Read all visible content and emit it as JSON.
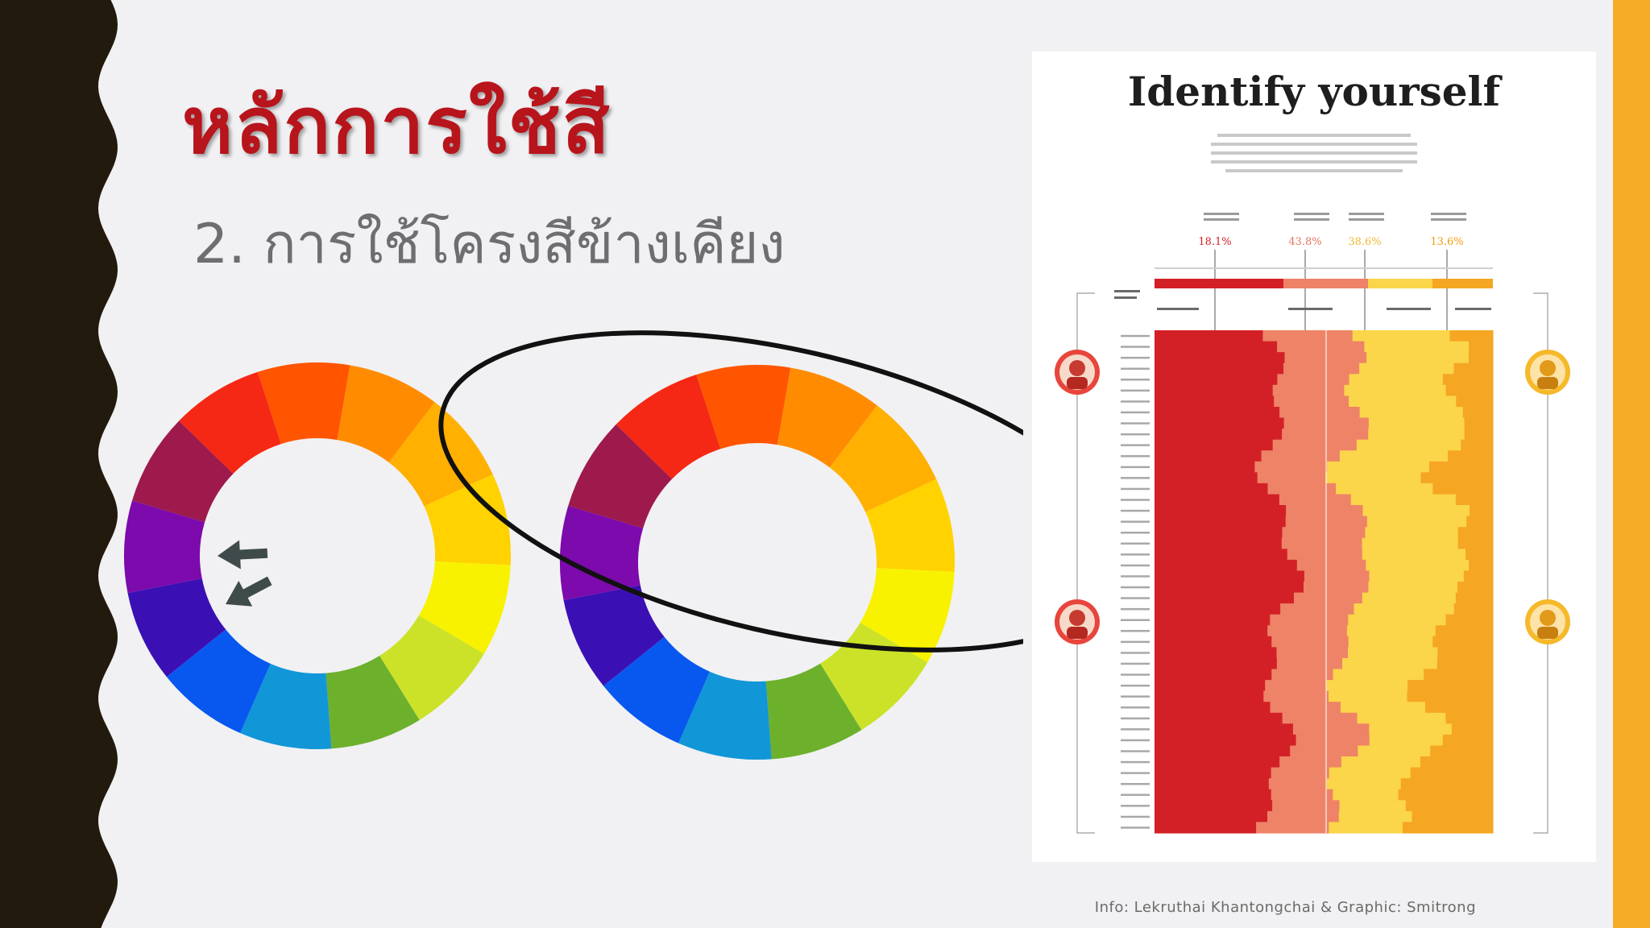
{
  "slide": {
    "title": "หลักการใช้สี",
    "subtitle": "2. การใช้โครงสีข้างเคียง",
    "credit": "Info: Lekruthai Khantongchai & Graphic: Smitrong"
  },
  "colors": {
    "left_band": "#231a0e",
    "right_band": "#f5ad27",
    "title": "#b8141b",
    "subtitle": "#6e6e70",
    "background": "#f1f1f3"
  },
  "color_wheel": {
    "segments": [
      "#ff5500",
      "#ff8c00",
      "#ffb000",
      "#ffd200",
      "#f8f200",
      "#cce228",
      "#6cb02c",
      "#1196d8",
      "#0858f0",
      "#3a10b4",
      "#7c0aac",
      "#9e1a4c",
      "#f52815"
    ],
    "left_wheel_icons": [
      "arrow-icon",
      "arrow-icon"
    ],
    "right_wheel_highlight": "ellipse around adjacent warm colors"
  },
  "infographic": {
    "title": "Identify yourself",
    "stats": [
      "18.1%",
      "43.8%",
      "38.6%",
      "13.6%"
    ],
    "stat_colors": [
      "#d32027",
      "#e8735a",
      "#f5c842",
      "#f39c12"
    ],
    "series_colors": [
      "#d32027",
      "#ee8367",
      "#fbd54a",
      "#f5a623"
    ],
    "portraits_left": [
      "red-portrait-icon",
      "red-portrait-icon"
    ],
    "portraits_right": [
      "yellow-portrait-icon",
      "yellow-portrait-icon"
    ]
  }
}
